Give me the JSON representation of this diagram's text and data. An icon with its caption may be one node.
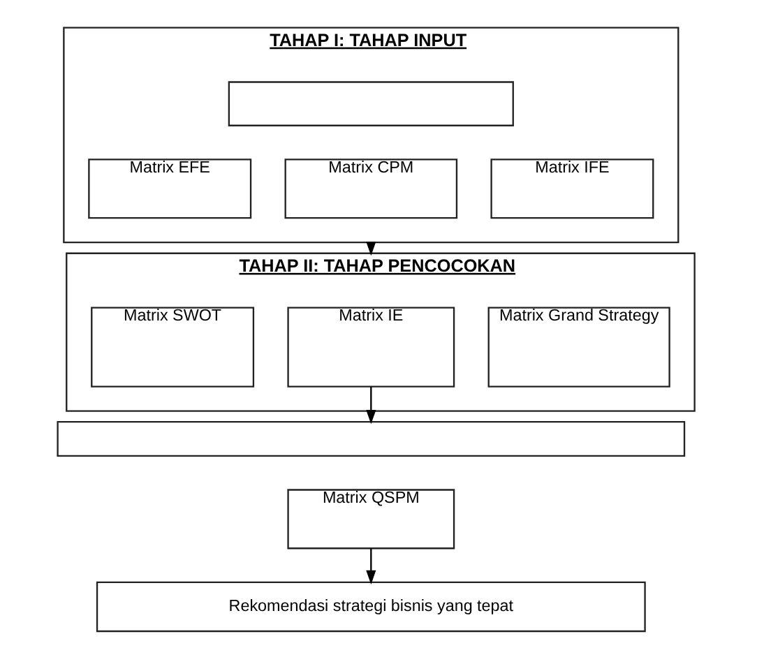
{
  "diagram": {
    "nodes": [
      {
        "text": [
          "TAHAP I: TAHAP INPUT"
        ]
      },
      {
        "text": [],
        "shape": "box",
        "in": 0
      },
      {
        "text": [
          "Matrix EFE"
        ],
        "in": 0
      },
      {
        "text": [
          "Matrix CPM"
        ],
        "in": 0
      },
      {
        "text": [
          "Matrix IFE"
        ],
        "in": 0
      },
      {
        "text": [
          "TAHAP II: TAHAP PENCOCOKAN"
        ]
      },
      {
        "text": [
          "Matrix SWOT"
        ],
        "in": 5
      },
      {
        "text": [
          "Matrix IE"
        ],
        "in": 5
      },
      {
        "text": [
          "Matrix Grand Strategy"
        ],
        "in": 5
      },
      {
        "text": [],
        "shape": "box"
      },
      {
        "text": [
          "Matrix QSPM"
        ]
      },
      {
        "text": [
          "Rekomendasi strategi bisnis yang tepat"
        ]
      }
    ],
    "edges": [
      {
        "from": 0,
        "to": 5,
        "arrow": "to"
      },
      {
        "from": 7,
        "to": 9,
        "arrow": "to"
      },
      {
        "from": 10,
        "to": 11,
        "arrow": "to"
      }
    ]
  }
}
